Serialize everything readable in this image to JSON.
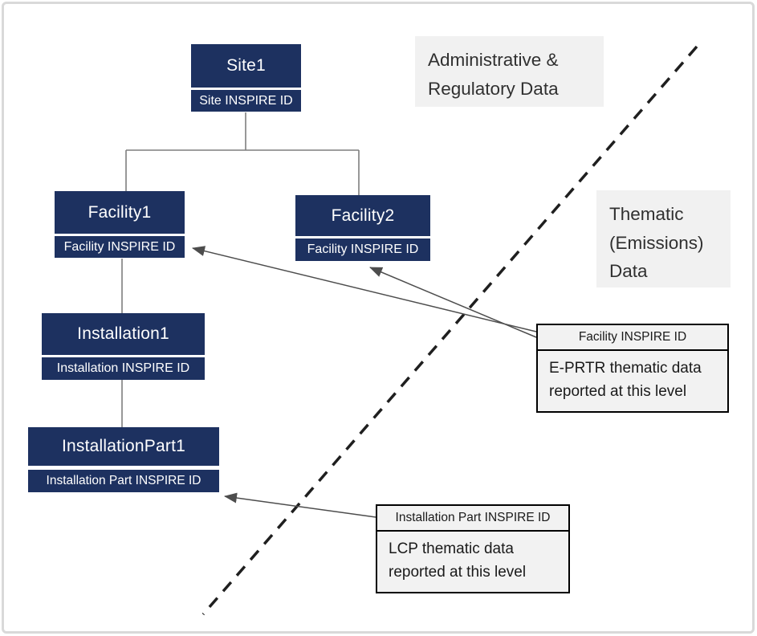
{
  "nodes": {
    "site1": {
      "title": "Site1",
      "id_label": "Site INSPIRE ID"
    },
    "facility1": {
      "title": "Facility1",
      "id_label": "Facility INSPIRE ID"
    },
    "facility2": {
      "title": "Facility2",
      "id_label": "Facility INSPIRE ID"
    },
    "installation1": {
      "title": "Installation1",
      "id_label": "Installation INSPIRE ID"
    },
    "installation_part1": {
      "title": "InstallationPart1",
      "id_label": "Installation Part INSPIRE ID"
    }
  },
  "region_labels": {
    "administrative": "Administrative & Regulatory Data",
    "thematic": "Thematic (Emissions) Data"
  },
  "callouts": {
    "eprtr": {
      "header": "Facility INSPIRE ID",
      "body": "E-PRTR thematic data reported at this level"
    },
    "lcp": {
      "header": "Installation Part INSPIRE ID",
      "body": "LCP thematic data reported at this level"
    }
  },
  "colors": {
    "node_fill": "#1d3160",
    "node_text": "#ffffff",
    "region_label_bg": "#f1f1f1",
    "region_label_text": "#303030",
    "callout_bg": "#f2f2f2",
    "callout_border": "#000000",
    "connector_line": "#7f7f7f",
    "arrow": "#4d4d4d",
    "boundary_dash": "#1f1f1f",
    "frame_border": "#d9d9d9"
  }
}
